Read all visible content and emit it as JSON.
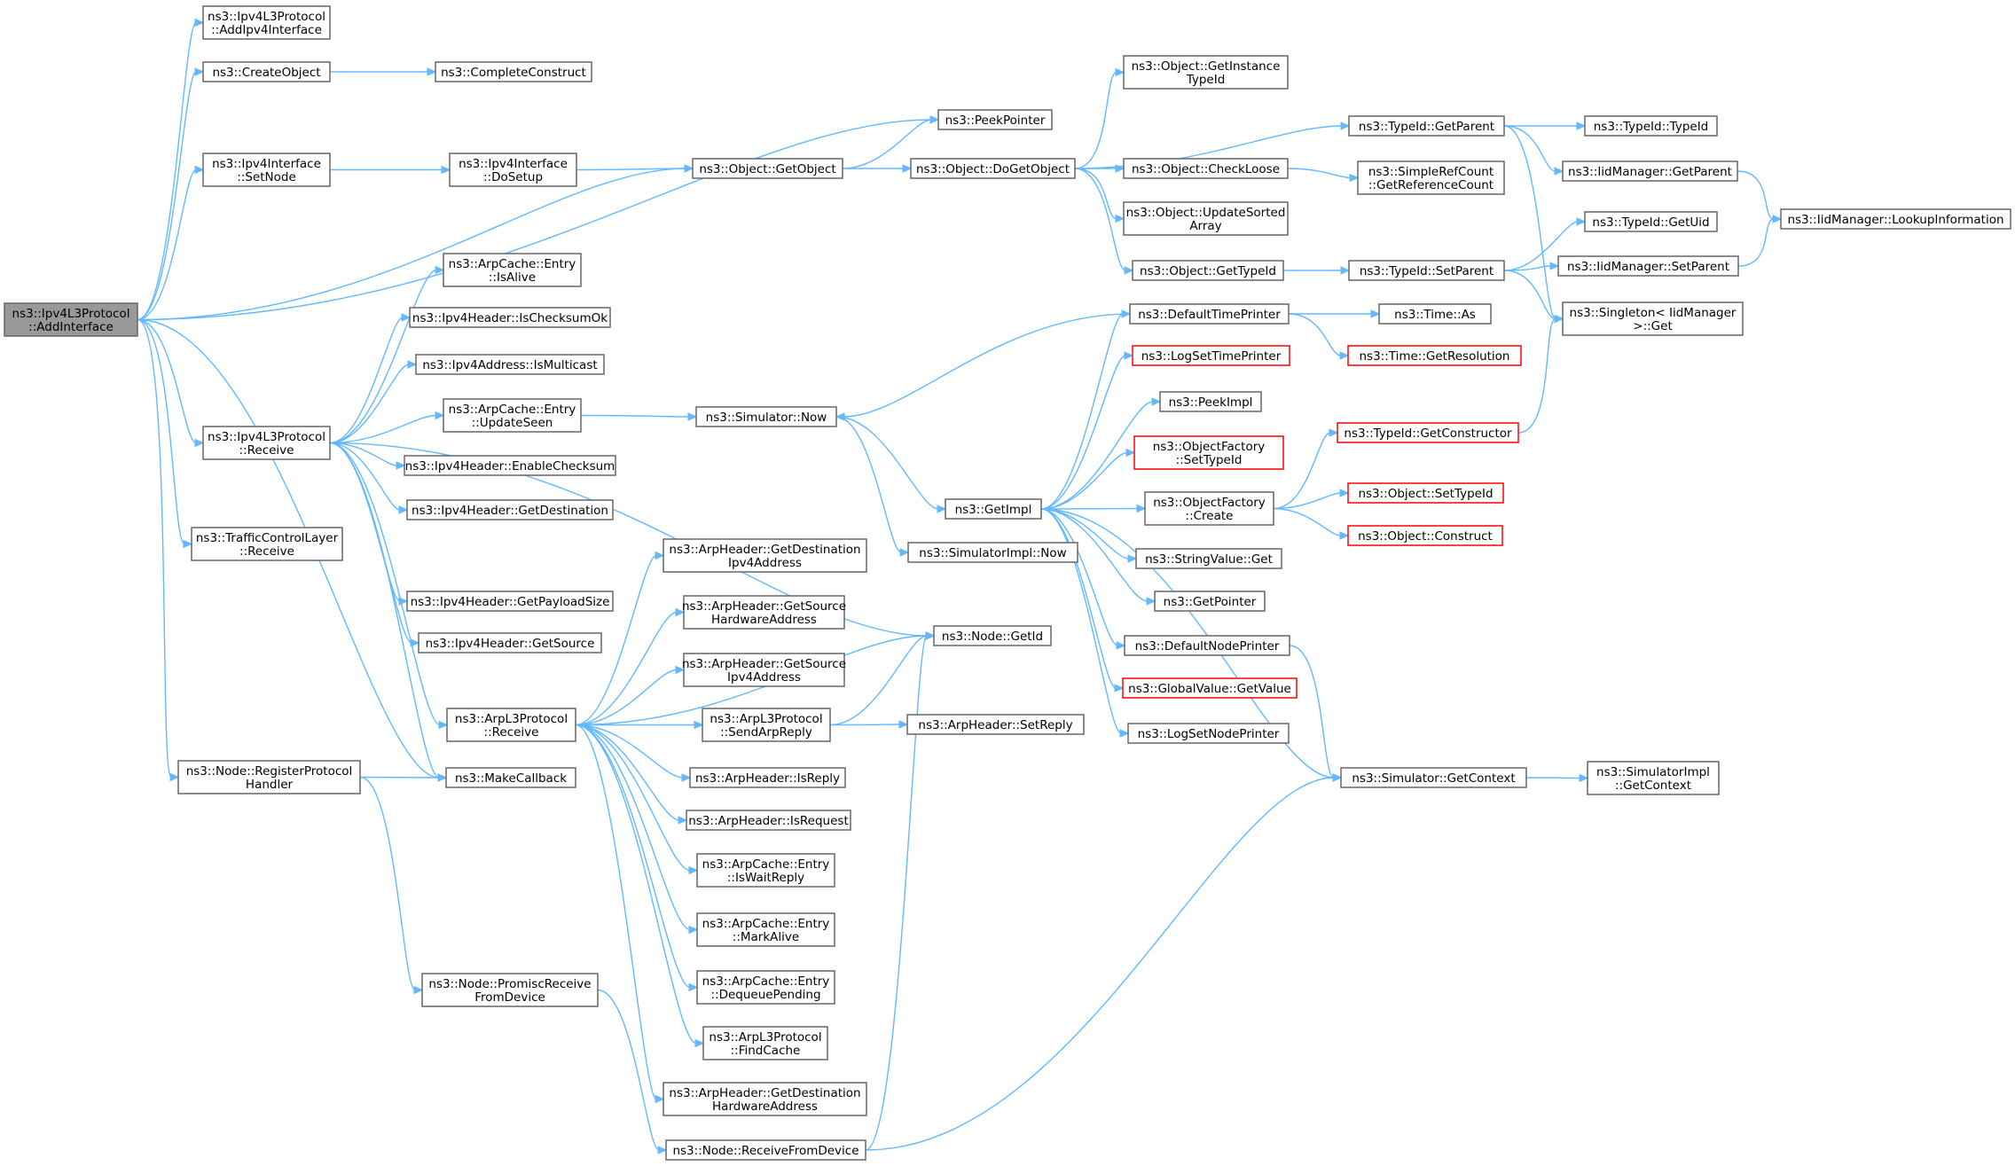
{
  "graph": {
    "nodes": [
      {
        "id": "root",
        "lines": [
          "ns3::Ipv4L3Protocol",
          "::AddInterface"
        ],
        "root": true
      },
      {
        "id": "addIpv4",
        "lines": [
          "ns3::Ipv4L3Protocol",
          "::AddIpv4Interface"
        ]
      },
      {
        "id": "createObject",
        "lines": [
          "ns3::CreateObject"
        ]
      },
      {
        "id": "completeConstruct",
        "lines": [
          "ns3::CompleteConstruct"
        ]
      },
      {
        "id": "peekPointer",
        "lines": [
          "ns3::PeekPointer"
        ]
      },
      {
        "id": "ipv4IfSetNode",
        "lines": [
          "ns3::Ipv4Interface",
          "::SetNode"
        ]
      },
      {
        "id": "ipv4IfDoSetup",
        "lines": [
          "ns3::Ipv4Interface",
          "::DoSetup"
        ]
      },
      {
        "id": "objGetObject",
        "lines": [
          "ns3::Object::GetObject"
        ]
      },
      {
        "id": "objDoGetObject",
        "lines": [
          "ns3::Object::DoGetObject"
        ]
      },
      {
        "id": "objGetInstanceTypeId",
        "lines": [
          "ns3::Object::GetInstance",
          "TypeId"
        ]
      },
      {
        "id": "typeIdGetParent",
        "lines": [
          "ns3::TypeId::GetParent"
        ]
      },
      {
        "id": "typeIdTypeId",
        "lines": [
          "ns3::TypeId::TypeId"
        ]
      },
      {
        "id": "iidGetParent",
        "lines": [
          "ns3::IidManager::GetParent"
        ]
      },
      {
        "id": "iidLookup",
        "lines": [
          "ns3::IidManager::LookupInformation"
        ]
      },
      {
        "id": "objCheckLoose",
        "lines": [
          "ns3::Object::CheckLoose"
        ]
      },
      {
        "id": "simpleRefCount",
        "lines": [
          "ns3::SimpleRefCount",
          "::GetReferenceCount"
        ]
      },
      {
        "id": "objUpdateSorted",
        "lines": [
          "ns3::Object::UpdateSorted",
          "Array"
        ]
      },
      {
        "id": "objGetTypeId",
        "lines": [
          "ns3::Object::GetTypeId"
        ]
      },
      {
        "id": "typeIdSetParent",
        "lines": [
          "ns3::TypeId::SetParent"
        ]
      },
      {
        "id": "typeIdGetUid",
        "lines": [
          "ns3::TypeId::GetUid"
        ]
      },
      {
        "id": "iidSetParent",
        "lines": [
          "ns3::IidManager::SetParent"
        ]
      },
      {
        "id": "singletonGet",
        "lines": [
          "ns3::Singleton< IidManager",
          " >::Get"
        ]
      },
      {
        "id": "arpEntryIsAlive",
        "lines": [
          "ns3::ArpCache::Entry",
          "::IsAlive"
        ]
      },
      {
        "id": "ipv4HdrIsChecksumOk",
        "lines": [
          "ns3::Ipv4Header::IsChecksumOk"
        ]
      },
      {
        "id": "ipv4AddrIsMulticast",
        "lines": [
          "ns3::Ipv4Address::IsMulticast"
        ]
      },
      {
        "id": "arpEntryUpdateSeen",
        "lines": [
          "ns3::ArpCache::Entry",
          "::UpdateSeen"
        ]
      },
      {
        "id": "ipv4L3Receive",
        "lines": [
          "ns3::Ipv4L3Protocol",
          "::Receive"
        ]
      },
      {
        "id": "ipv4HdrEnableChecksum",
        "lines": [
          "ns3::Ipv4Header::EnableChecksum"
        ]
      },
      {
        "id": "ipv4HdrGetDestination",
        "lines": [
          "ns3::Ipv4Header::GetDestination"
        ]
      },
      {
        "id": "tcReceive",
        "lines": [
          "ns3::TrafficControlLayer",
          "::Receive"
        ]
      },
      {
        "id": "ipv4HdrGetPayloadSize",
        "lines": [
          "ns3::Ipv4Header::GetPayloadSize"
        ]
      },
      {
        "id": "ipv4HdrGetSource",
        "lines": [
          "ns3::Ipv4Header::GetSource"
        ]
      },
      {
        "id": "simNow",
        "lines": [
          "ns3::Simulator::Now"
        ]
      },
      {
        "id": "defaultTimePrinter",
        "lines": [
          "ns3::DefaultTimePrinter"
        ]
      },
      {
        "id": "timeAs",
        "lines": [
          "ns3::Time::As"
        ]
      },
      {
        "id": "timeGetResolution",
        "lines": [
          "ns3::Time::GetResolution"
        ],
        "red": true
      },
      {
        "id": "logSetTimePrinter",
        "lines": [
          "ns3::LogSetTimePrinter"
        ],
        "red": true
      },
      {
        "id": "peekImpl",
        "lines": [
          "ns3::PeekImpl"
        ]
      },
      {
        "id": "objFactorySetTypeId",
        "lines": [
          "ns3::ObjectFactory",
          "::SetTypeId"
        ],
        "red": true
      },
      {
        "id": "typeIdGetConstructor",
        "lines": [
          "ns3::TypeId::GetConstructor"
        ],
        "red": true
      },
      {
        "id": "getImpl",
        "lines": [
          "ns3::GetImpl"
        ]
      },
      {
        "id": "objFactoryCreate",
        "lines": [
          "ns3::ObjectFactory",
          "::Create"
        ]
      },
      {
        "id": "objSetTypeId",
        "lines": [
          "ns3::Object::SetTypeId"
        ],
        "red": true
      },
      {
        "id": "objConstruct",
        "lines": [
          "ns3::Object::Construct"
        ],
        "red": true
      },
      {
        "id": "simImplNow",
        "lines": [
          "ns3::SimulatorImpl::Now"
        ]
      },
      {
        "id": "stringValueGet",
        "lines": [
          "ns3::StringValue::Get"
        ]
      },
      {
        "id": "arpHdrGetDestIpv4",
        "lines": [
          "ns3::ArpHeader::GetDestination",
          "Ipv4Address"
        ]
      },
      {
        "id": "getPointer",
        "lines": [
          "ns3::GetPointer"
        ]
      },
      {
        "id": "arpHdrGetSrcHw",
        "lines": [
          "ns3::ArpHeader::GetSource",
          "HardwareAddress"
        ]
      },
      {
        "id": "nodeGetId",
        "lines": [
          "ns3::Node::GetId"
        ]
      },
      {
        "id": "defaultNodePrinter",
        "lines": [
          "ns3::DefaultNodePrinter"
        ]
      },
      {
        "id": "arpHdrGetSrcIpv4",
        "lines": [
          "ns3::ArpHeader::GetSource",
          "Ipv4Address"
        ]
      },
      {
        "id": "globalValueGetValue",
        "lines": [
          "ns3::GlobalValue::GetValue"
        ],
        "red": true
      },
      {
        "id": "arpL3Receive",
        "lines": [
          "ns3::ArpL3Protocol",
          "::Receive"
        ]
      },
      {
        "id": "arpL3SendArpReply",
        "lines": [
          "ns3::ArpL3Protocol",
          "::SendArpReply"
        ]
      },
      {
        "id": "arpHdrSetReply",
        "lines": [
          "ns3::ArpHeader::SetReply"
        ]
      },
      {
        "id": "logSetNodePrinter",
        "lines": [
          "ns3::LogSetNodePrinter"
        ]
      },
      {
        "id": "nodeRegisterProtocol",
        "lines": [
          "ns3::Node::RegisterProtocol",
          "Handler"
        ]
      },
      {
        "id": "makeCallback",
        "lines": [
          "ns3::MakeCallback"
        ]
      },
      {
        "id": "arpHdrIsReply",
        "lines": [
          "ns3::ArpHeader::IsReply"
        ]
      },
      {
        "id": "simGetContext",
        "lines": [
          "ns3::Simulator::GetContext"
        ]
      },
      {
        "id": "simImplGetContext",
        "lines": [
          "ns3::SimulatorImpl",
          "::GetContext"
        ]
      },
      {
        "id": "arpHdrIsRequest",
        "lines": [
          "ns3::ArpHeader::IsRequest"
        ]
      },
      {
        "id": "arpEntryIsWaitReply",
        "lines": [
          "ns3::ArpCache::Entry",
          "::IsWaitReply"
        ]
      },
      {
        "id": "arpEntryMarkAlive",
        "lines": [
          "ns3::ArpCache::Entry",
          "::MarkAlive"
        ]
      },
      {
        "id": "arpEntryDequeue",
        "lines": [
          "ns3::ArpCache::Entry",
          "::DequeuePending"
        ]
      },
      {
        "id": "nodePromiscReceive",
        "lines": [
          "ns3::Node::PromiscReceive",
          "FromDevice"
        ]
      },
      {
        "id": "arpL3FindCache",
        "lines": [
          "ns3::ArpL3Protocol",
          "::FindCache"
        ]
      },
      {
        "id": "arpHdrGetDestHw",
        "lines": [
          "ns3::ArpHeader::GetDestination",
          "HardwareAddress"
        ]
      },
      {
        "id": "nodeReceiveFromDevice",
        "lines": [
          "ns3::Node::ReceiveFromDevice"
        ]
      }
    ],
    "edges": [
      [
        "root",
        "addIpv4"
      ],
      [
        "root",
        "createObject"
      ],
      [
        "root",
        "peekPointer"
      ],
      [
        "root",
        "ipv4IfSetNode"
      ],
      [
        "root",
        "objGetObject"
      ],
      [
        "root",
        "ipv4L3Receive"
      ],
      [
        "root",
        "tcReceive"
      ],
      [
        "root",
        "makeCallback"
      ],
      [
        "root",
        "nodeRegisterProtocol"
      ],
      [
        "createObject",
        "completeConstruct"
      ],
      [
        "ipv4IfSetNode",
        "ipv4IfDoSetup"
      ],
      [
        "ipv4IfDoSetup",
        "objGetObject"
      ],
      [
        "objGetObject",
        "peekPointer"
      ],
      [
        "objGetObject",
        "objDoGetObject"
      ],
      [
        "objDoGetObject",
        "objGetInstanceTypeId"
      ],
      [
        "objDoGetObject",
        "typeIdGetParent"
      ],
      [
        "objDoGetObject",
        "objCheckLoose"
      ],
      [
        "objDoGetObject",
        "objUpdateSorted"
      ],
      [
        "objDoGetObject",
        "objGetTypeId"
      ],
      [
        "typeIdGetParent",
        "typeIdTypeId"
      ],
      [
        "typeIdGetParent",
        "iidGetParent"
      ],
      [
        "typeIdGetParent",
        "singletonGet"
      ],
      [
        "iidGetParent",
        "iidLookup"
      ],
      [
        "objCheckLoose",
        "simpleRefCount"
      ],
      [
        "objGetTypeId",
        "typeIdSetParent"
      ],
      [
        "typeIdSetParent",
        "typeIdGetUid"
      ],
      [
        "typeIdSetParent",
        "iidSetParent"
      ],
      [
        "typeIdSetParent",
        "singletonGet"
      ],
      [
        "iidSetParent",
        "iidLookup"
      ],
      [
        "ipv4L3Receive",
        "arpEntryIsAlive"
      ],
      [
        "ipv4L3Receive",
        "ipv4HdrIsChecksumOk"
      ],
      [
        "ipv4L3Receive",
        "ipv4AddrIsMulticast"
      ],
      [
        "ipv4L3Receive",
        "arpEntryUpdateSeen"
      ],
      [
        "ipv4L3Receive",
        "ipv4HdrEnableChecksum"
      ],
      [
        "ipv4L3Receive",
        "ipv4HdrGetDestination"
      ],
      [
        "ipv4L3Receive",
        "ipv4HdrGetPayloadSize"
      ],
      [
        "ipv4L3Receive",
        "ipv4HdrGetSource"
      ],
      [
        "ipv4L3Receive",
        "nodeGetId"
      ],
      [
        "ipv4L3Receive",
        "arpL3Receive"
      ],
      [
        "ipv4L3Receive",
        "makeCallback"
      ],
      [
        "arpEntryUpdateSeen",
        "simNow"
      ],
      [
        "simNow",
        "getImpl"
      ],
      [
        "simNow",
        "simImplNow"
      ],
      [
        "getImpl",
        "defaultTimePrinter"
      ],
      [
        "getImpl",
        "logSetTimePrinter"
      ],
      [
        "getImpl",
        "peekImpl"
      ],
      [
        "getImpl",
        "objFactorySetTypeId"
      ],
      [
        "getImpl",
        "objFactoryCreate"
      ],
      [
        "getImpl",
        "stringValueGet"
      ],
      [
        "getImpl",
        "getPointer"
      ],
      [
        "getImpl",
        "defaultNodePrinter"
      ],
      [
        "getImpl",
        "globalValueGetValue"
      ],
      [
        "getImpl",
        "logSetNodePrinter"
      ],
      [
        "getImpl",
        "simGetContext"
      ],
      [
        "defaultTimePrinter",
        "timeAs"
      ],
      [
        "defaultTimePrinter",
        "timeGetResolution"
      ],
      [
        "defaultTimePrinter",
        "simNow"
      ],
      [
        "objFactoryCreate",
        "typeIdGetConstructor"
      ],
      [
        "objFactoryCreate",
        "objSetTypeId"
      ],
      [
        "objFactoryCreate",
        "objConstruct"
      ],
      [
        "typeIdGetConstructor",
        "singletonGet"
      ],
      [
        "defaultNodePrinter",
        "simGetContext"
      ],
      [
        "simGetContext",
        "simImplGetContext"
      ],
      [
        "arpL3Receive",
        "arpHdrGetDestIpv4"
      ],
      [
        "arpL3Receive",
        "arpHdrGetSrcHw"
      ],
      [
        "arpL3Receive",
        "arpHdrGetSrcIpv4"
      ],
      [
        "arpL3Receive",
        "arpL3SendArpReply"
      ],
      [
        "arpL3Receive",
        "arpHdrIsReply"
      ],
      [
        "arpL3Receive",
        "arpHdrIsRequest"
      ],
      [
        "arpL3Receive",
        "arpEntryIsWaitReply"
      ],
      [
        "arpL3Receive",
        "arpEntryMarkAlive"
      ],
      [
        "arpL3Receive",
        "arpEntryDequeue"
      ],
      [
        "arpL3Receive",
        "arpL3FindCache"
      ],
      [
        "arpL3Receive",
        "arpHdrGetDestHw"
      ],
      [
        "arpL3Receive",
        "nodeGetId"
      ],
      [
        "arpL3SendArpReply",
        "nodeGetId"
      ],
      [
        "arpL3SendArpReply",
        "arpHdrSetReply"
      ],
      [
        "nodeRegisterProtocol",
        "makeCallback"
      ],
      [
        "nodeRegisterProtocol",
        "nodePromiscReceive"
      ],
      [
        "nodePromiscReceive",
        "nodeReceiveFromDevice"
      ],
      [
        "nodeReceiveFromDevice",
        "nodeGetId"
      ],
      [
        "nodeReceiveFromDevice",
        "simGetContext"
      ]
    ]
  }
}
